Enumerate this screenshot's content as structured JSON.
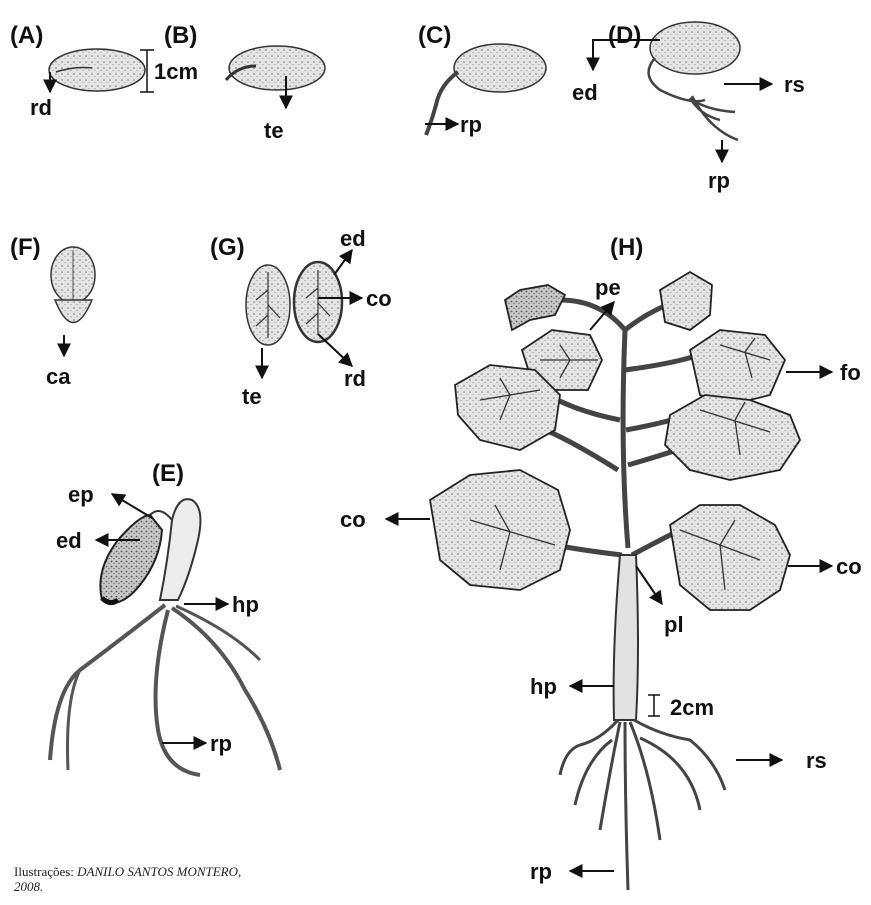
{
  "panels": {
    "A": {
      "label": "(A)",
      "arrows": [
        "rd"
      ],
      "scale": "1cm"
    },
    "B": {
      "label": "(B)",
      "arrows": [
        "te"
      ]
    },
    "C": {
      "label": "(C)",
      "arrows": [
        "rp"
      ]
    },
    "D": {
      "label": "(D)",
      "arrows": [
        "ed",
        "rs",
        "rp"
      ]
    },
    "E": {
      "label": "(E)",
      "arrows": [
        "ep",
        "ed",
        "hp",
        "rp"
      ]
    },
    "F": {
      "label": "(F)",
      "arrows": [
        "ca"
      ]
    },
    "G": {
      "label": "(G)",
      "arrows": [
        "ed",
        "co",
        "te",
        "rd"
      ]
    },
    "H": {
      "label": "(H)",
      "arrows": [
        "pe",
        "fo",
        "co",
        "co",
        "pl",
        "hp",
        "rs",
        "rp"
      ],
      "scale": "2cm"
    }
  },
  "credit": {
    "prefix": "Ilustrações: ",
    "author": "DANILO SANTOS MONTERO,",
    "year": "2008."
  }
}
